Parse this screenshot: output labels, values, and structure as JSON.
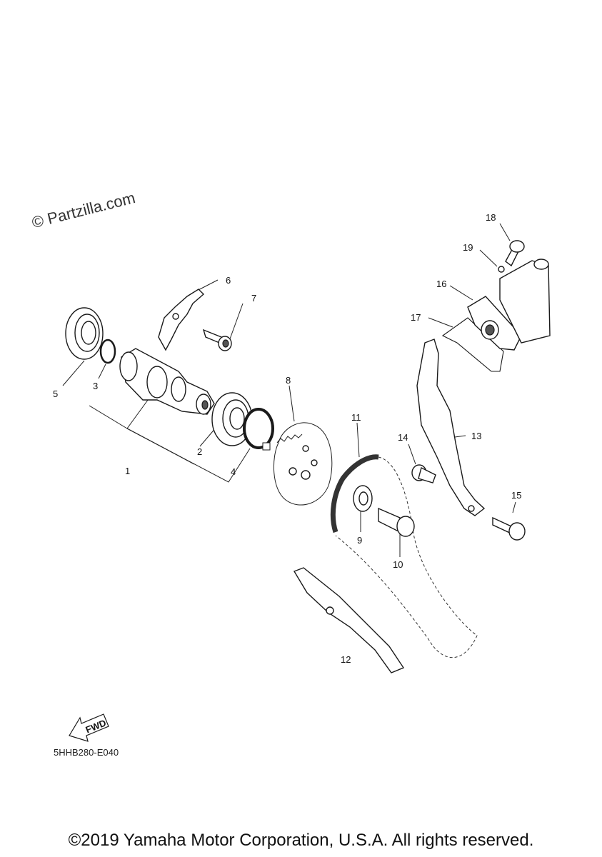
{
  "watermark": "© Partzilla.com",
  "diagram_code": "5HHB280-E040",
  "copyright": "©2019 Yamaha Motor Corporation, U.S.A. All rights reserved.",
  "fwd_label": "FWD",
  "callouts": {
    "p1": "1",
    "p2": "2",
    "p3": "3",
    "p4": "4",
    "p5": "5",
    "p6": "6",
    "p7": "7",
    "p8": "8",
    "p9": "9",
    "p10": "10",
    "p11": "11",
    "p12": "12",
    "p13": "13",
    "p14": "14",
    "p15": "15",
    "p16": "16",
    "p17": "17",
    "p18": "18",
    "p19": "19"
  }
}
